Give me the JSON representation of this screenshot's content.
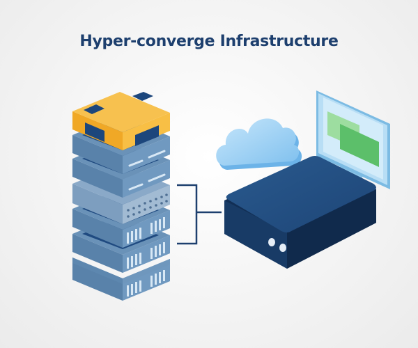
{
  "title": "Hyper-converge Infrastructure",
  "illustration": {
    "components": [
      {
        "name": "server-stack",
        "units": 6,
        "top_module": "storage-node"
      },
      {
        "name": "connector-bracket"
      },
      {
        "name": "hci-appliance-box"
      },
      {
        "name": "cloud"
      },
      {
        "name": "monitor"
      }
    ]
  },
  "colors": {
    "title": "#1d3f6e",
    "accent_yellow": "#f5b330",
    "dark_navy": "#1b3f6e",
    "steel_blue": "#5e86ad",
    "light_steel": "#9bb6cf",
    "cloud_blue": "#9fd2f5",
    "screen_green": "#5cbf6a",
    "screen_light_green": "#9ddda0",
    "background": "#f4f4f4"
  }
}
